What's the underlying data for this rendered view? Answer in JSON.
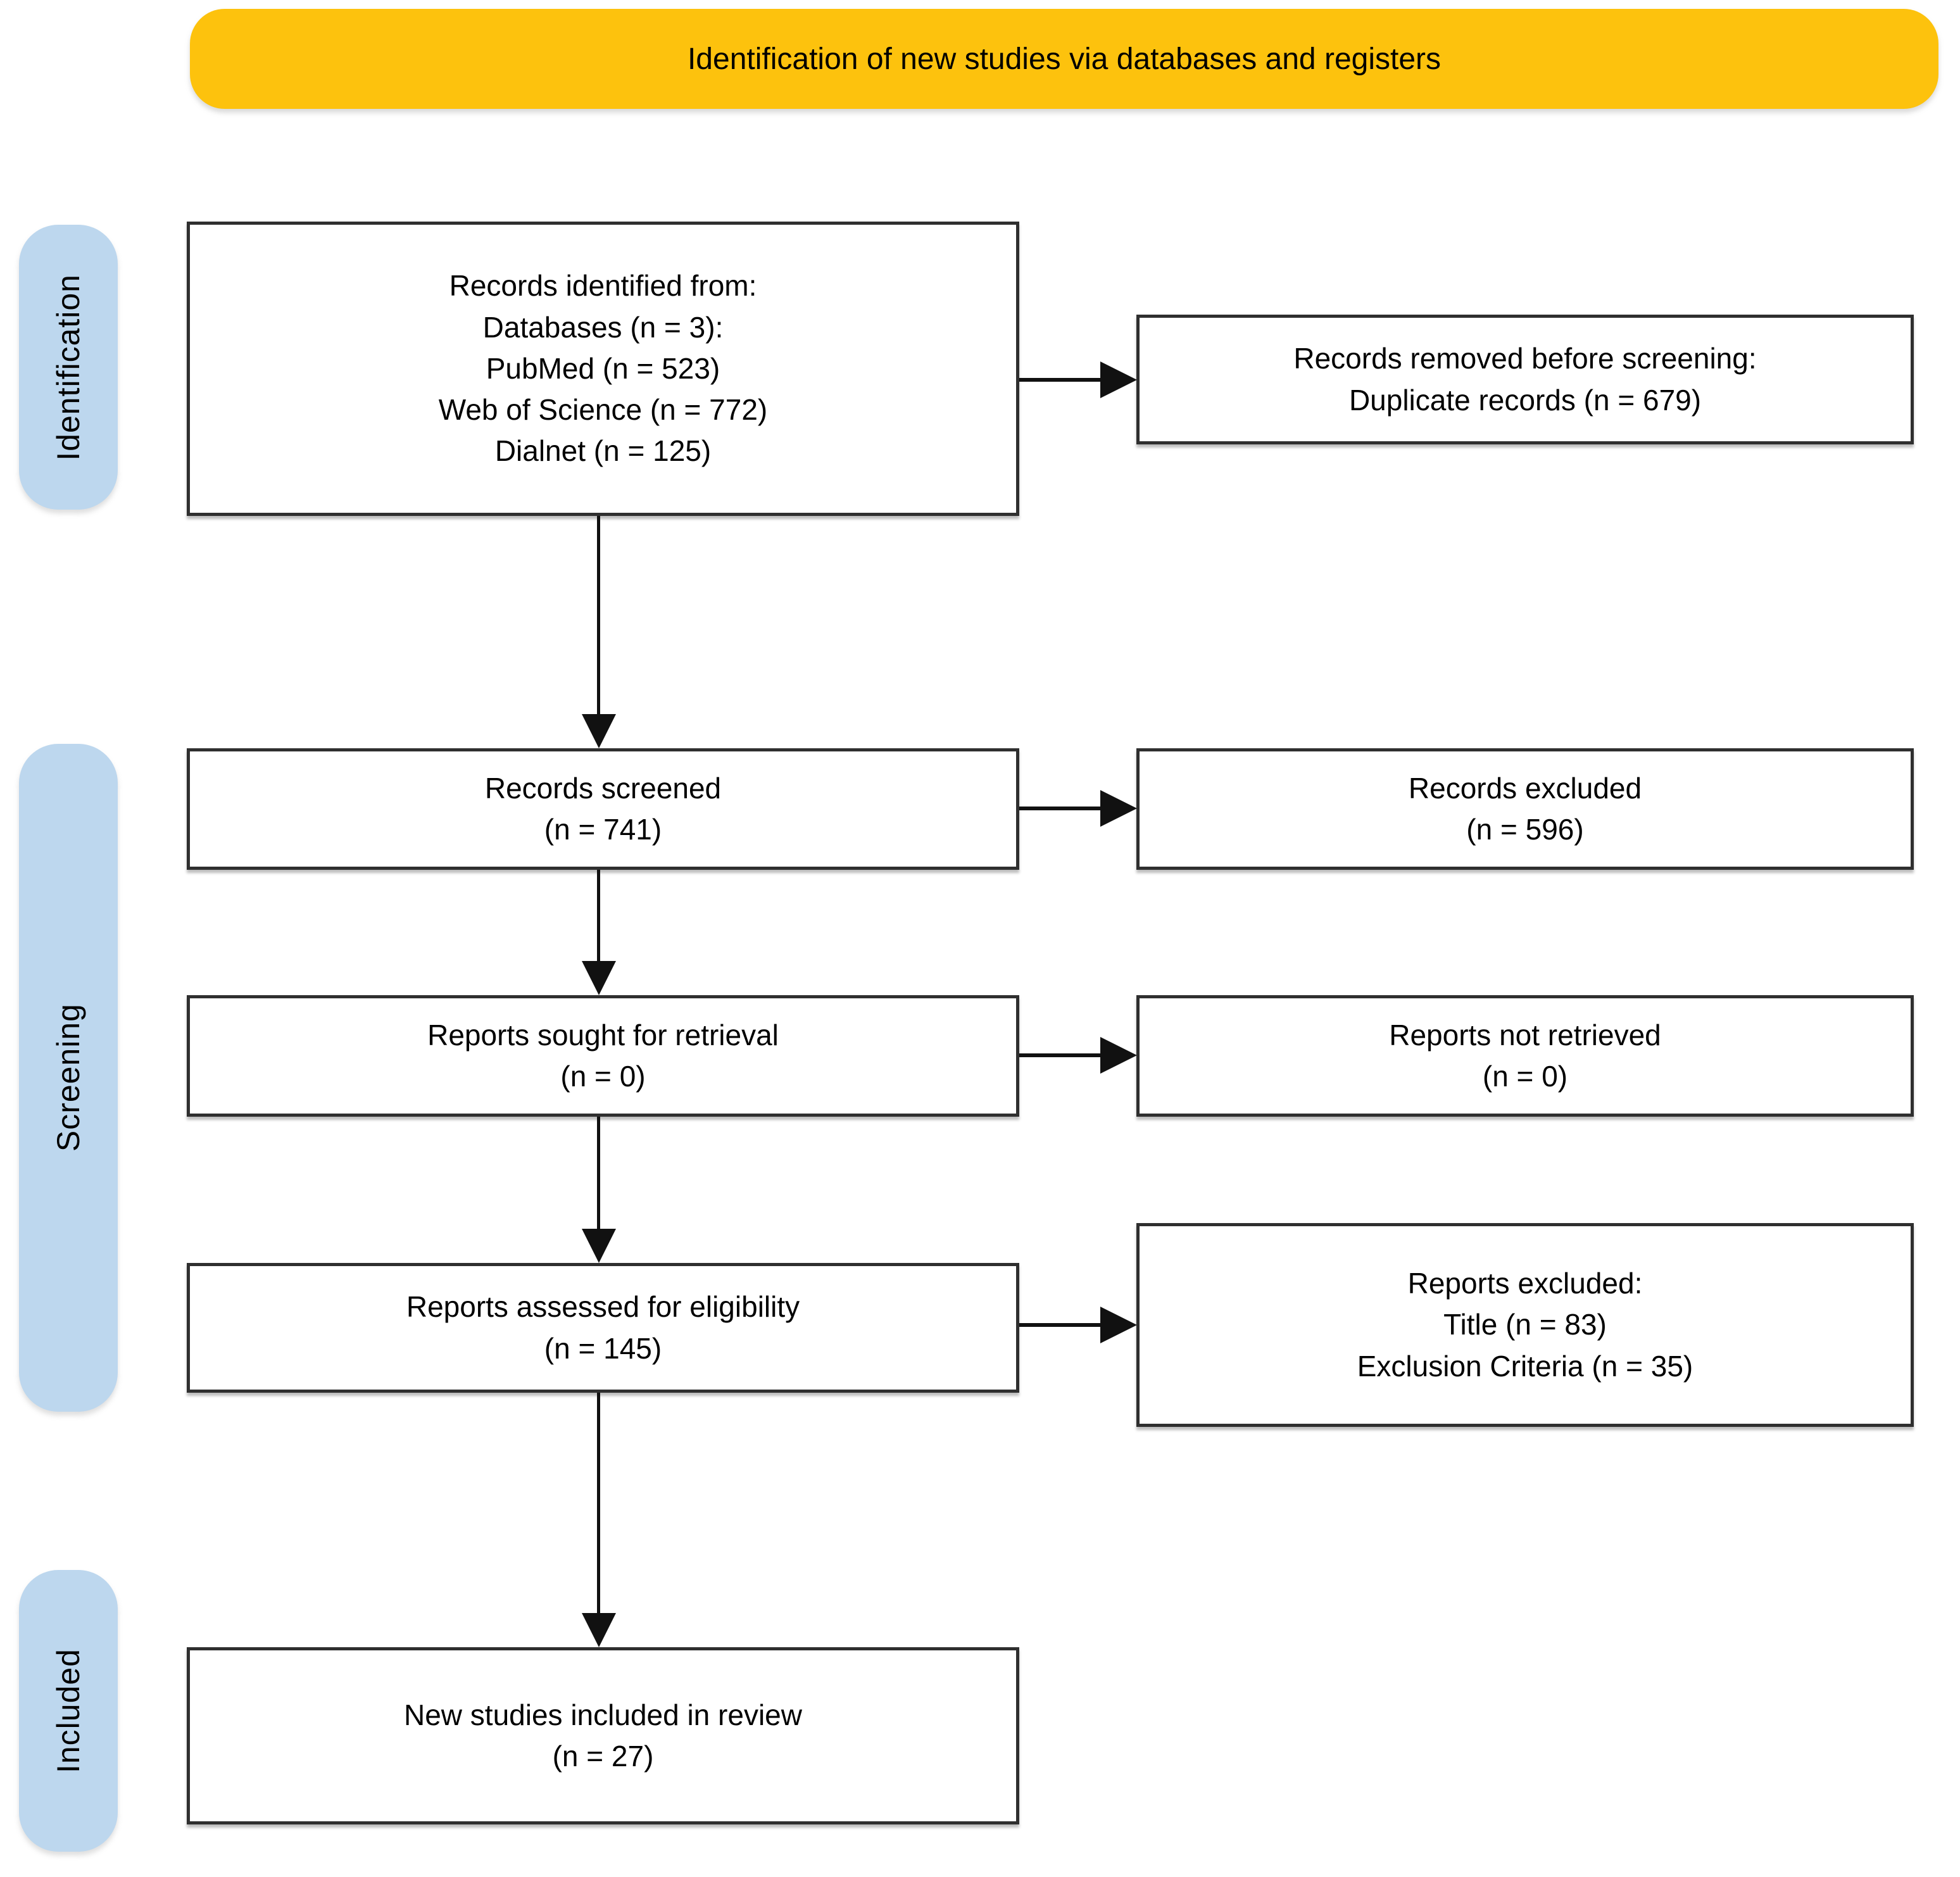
{
  "banner": {
    "title": "Identification of new studies via databases and registers"
  },
  "stages": {
    "identification": "Identification",
    "screening": "Screening",
    "included": "Included"
  },
  "colors": {
    "banner_bg": "#FDC20D",
    "stage_bg": "#BDD7EE",
    "box_border": "#2F2F2F",
    "arrow": "#111111"
  },
  "boxes": {
    "records_identified": {
      "lines": [
        "Records identified from:",
        "Databases (n = 3):",
        "PubMed (n = 523)",
        "Web of Science (n = 772)",
        "Dialnet (n = 125)"
      ]
    },
    "records_removed": {
      "lines": [
        "Records removed before screening:",
        "Duplicate records (n = 679)"
      ]
    },
    "records_screened": {
      "lines": [
        "Records screened",
        "(n = 741)"
      ]
    },
    "records_excluded": {
      "lines": [
        "Records excluded",
        "(n = 596)"
      ]
    },
    "reports_sought": {
      "lines": [
        "Reports sought for retrieval",
        "(n = 0)"
      ]
    },
    "reports_not_retrieved": {
      "lines": [
        "Reports not retrieved",
        "(n = 0)"
      ]
    },
    "reports_assessed": {
      "lines": [
        "Reports assessed for eligibility",
        "(n = 145)"
      ]
    },
    "reports_excluded": {
      "lines": [
        "Reports excluded:",
        "Title (n = 83)",
        "Exclusion Criteria (n = 35)"
      ]
    },
    "studies_included": {
      "lines": [
        "New studies included in review",
        "(n = 27)"
      ]
    }
  }
}
